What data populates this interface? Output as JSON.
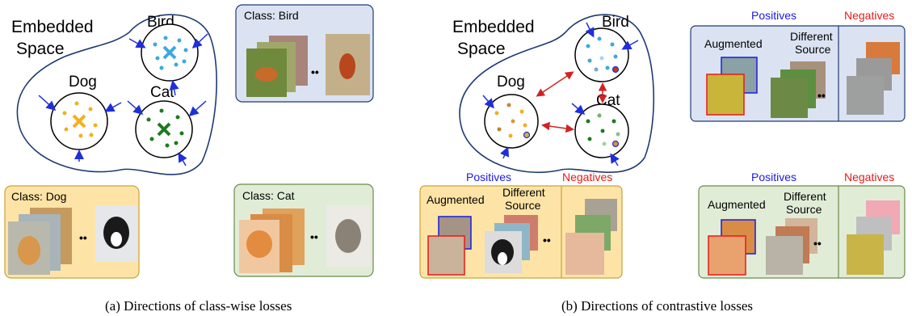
{
  "panel_a": {
    "space_label_line1": "Embedded",
    "space_label_line2": "Space",
    "clusters": {
      "bird": "Bird",
      "dog": "Dog",
      "cat": "Cat"
    },
    "boxes": {
      "bird": {
        "title": "Class: Bird",
        "ellipsis": "••"
      },
      "dog": {
        "title": "Class: Dog",
        "ellipsis": "••"
      },
      "cat": {
        "title": "Class: Cat",
        "ellipsis": "••"
      }
    },
    "caption": "(a) Directions of class-wise losses"
  },
  "panel_b": {
    "space_label_line1": "Embedded",
    "space_label_line2": "Space",
    "clusters": {
      "bird": "Bird",
      "dog": "Dog",
      "cat": "Cat"
    },
    "positives_label": "Positives",
    "negatives_label": "Negatives",
    "augmented_label": "Augmented",
    "different_label_line1": "Different",
    "different_label_line2": "Source",
    "ellipsis": "••",
    "caption": "(b) Directions of contrastive losses"
  },
  "colors": {
    "outline": "#1f3b73",
    "arrow_blue": "#1f2fd8",
    "arrow_red": "#d32222",
    "bird": "#3aa9e0",
    "dog": "#f2b01e",
    "cat": "#1e7a1e",
    "box_blue": "#dbe3f2",
    "box_yellow": "#fde4a6",
    "box_green": "#e1ecd7",
    "positives_text": "#1a1ae6",
    "negatives_text": "#e61a1a"
  }
}
